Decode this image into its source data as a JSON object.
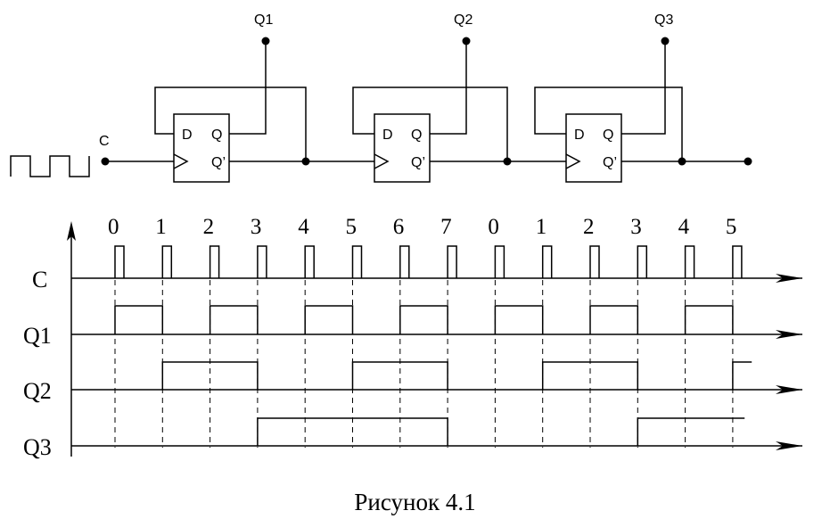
{
  "circuit": {
    "clock_label": "C",
    "outputs": [
      "Q1",
      "Q2",
      "Q3"
    ],
    "flip_flop": {
      "d_label": "D",
      "q_label": "Q",
      "qbar_label": "Q’"
    }
  },
  "timing": {
    "count_labels": [
      "0",
      "1",
      "2",
      "3",
      "4",
      "5",
      "6",
      "7",
      "0",
      "1",
      "2",
      "3",
      "4",
      "5"
    ],
    "signals": [
      {
        "name": "C"
      },
      {
        "name": "Q1",
        "pulses": [
          [
            0,
            1
          ],
          [
            2,
            3
          ],
          [
            4,
            5
          ],
          [
            6,
            7
          ],
          [
            8,
            9
          ],
          [
            10,
            11
          ],
          [
            12,
            13
          ]
        ]
      },
      {
        "name": "Q2",
        "pulses": [
          [
            1,
            3
          ],
          [
            5,
            7
          ],
          [
            9,
            11
          ],
          [
            13,
            13.4
          ]
        ]
      },
      {
        "name": "Q3",
        "pulses": [
          [
            3,
            7
          ],
          [
            11,
            13.25
          ]
        ]
      }
    ]
  },
  "caption": "Рисунок 4.1"
}
